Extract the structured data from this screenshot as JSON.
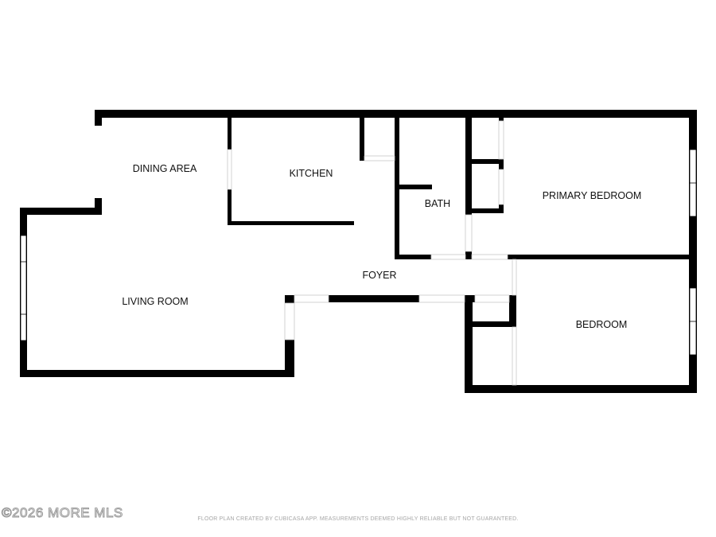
{
  "rooms": {
    "dining_area": "DINING AREA",
    "kitchen": "KITCHEN",
    "bath": "BATH",
    "primary_bedroom": "PRIMARY BEDROOM",
    "foyer": "FOYER",
    "living_room": "LIVING ROOM",
    "bedroom": "BEDROOM"
  },
  "footer": {
    "watermark": "©2026 MORE MLS",
    "credit": "FLOOR PLAN CREATED BY CUBICASA APP. MEASUREMENTS DEEMED HIGHLY RELIABLE BUT NOT GUARANTEED."
  },
  "colors": {
    "wall": "#000000",
    "background": "#ffffff"
  }
}
